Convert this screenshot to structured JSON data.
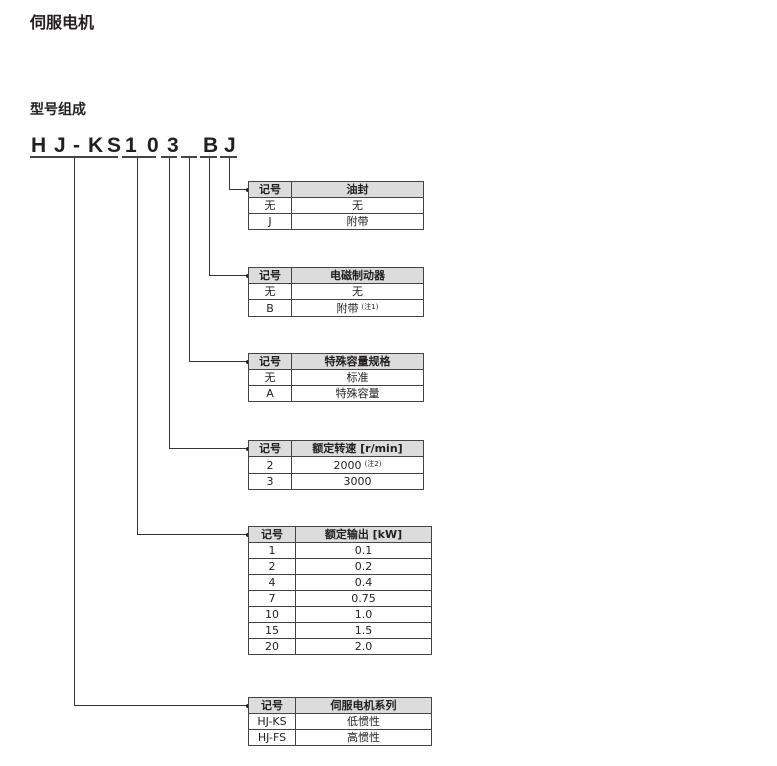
{
  "title": "伺服电机",
  "subtitle": "型号组成",
  "model_code": [
    "H",
    "J",
    "-",
    "K",
    "S",
    "1",
    "0",
    "3",
    "B",
    "J"
  ],
  "tables": [
    {
      "header": [
        "记号",
        "油封"
      ],
      "rows": [
        [
          "无",
          "无",
          ""
        ],
        [
          "J",
          "附带",
          ""
        ]
      ]
    },
    {
      "header": [
        "记号",
        "电磁制动器"
      ],
      "rows": [
        [
          "无",
          "无",
          ""
        ],
        [
          "B",
          "附带",
          "(注1)"
        ]
      ]
    },
    {
      "header": [
        "记号",
        "特殊容量规格"
      ],
      "rows": [
        [
          "无",
          "标准",
          ""
        ],
        [
          "A",
          "特殊容量",
          ""
        ]
      ]
    },
    {
      "header": [
        "记号",
        "额定转速 [r/min]"
      ],
      "rows": [
        [
          "2",
          "2000",
          "(注2)"
        ],
        [
          "3",
          "3000",
          ""
        ]
      ]
    },
    {
      "header": [
        "记号",
        "额定输出 [kW]"
      ],
      "rows": [
        [
          "1",
          "0.1",
          ""
        ],
        [
          "2",
          "0.2",
          ""
        ],
        [
          "4",
          "0.4",
          ""
        ],
        [
          "7",
          "0.75",
          ""
        ],
        [
          "10",
          "1.0",
          ""
        ],
        [
          "15",
          "1.5",
          ""
        ],
        [
          "20",
          "2.0",
          ""
        ]
      ]
    },
    {
      "header": [
        "记号",
        "伺服电机系列"
      ],
      "rows": [
        [
          "HJ-KS",
          "低惯性",
          ""
        ],
        [
          "HJ-FS",
          "高惯性",
          ""
        ]
      ]
    }
  ]
}
